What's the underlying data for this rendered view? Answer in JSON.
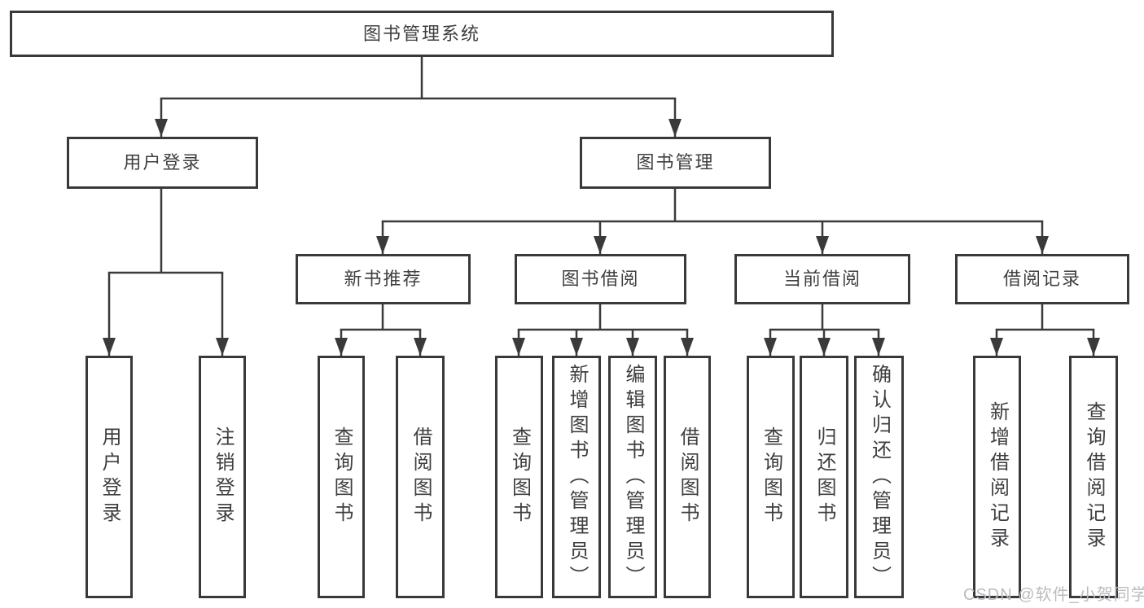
{
  "page": {
    "background": "#ffffff"
  },
  "colors": {
    "line": "#3a3a3c",
    "box_border": "#39393b",
    "text": "#3f3f42",
    "watermark": "#b9bcc0"
  },
  "tree": {
    "root": "图书管理系统",
    "branches": [
      {
        "label": "用户登录",
        "leaves": [
          "用户登录",
          "注销登录"
        ]
      },
      {
        "label": "图书管理",
        "sections": [
          {
            "label": "新书推荐",
            "leaves": [
              "查询图书",
              "借阅图书"
            ]
          },
          {
            "label": "图书借阅",
            "leaves": [
              "查询图书",
              "新增图书（管理员）",
              "编辑图书（管理员）",
              "借阅图书"
            ]
          },
          {
            "label": "当前借阅",
            "leaves": [
              "查询图书",
              "归还图书",
              "确认归还（管理员）"
            ]
          },
          {
            "label": "借阅记录",
            "leaves": [
              "新增借阅记录",
              "查询借阅记录"
            ]
          }
        ]
      }
    ]
  },
  "watermark": {
    "text": "CSDN @软件_小贺同学"
  }
}
